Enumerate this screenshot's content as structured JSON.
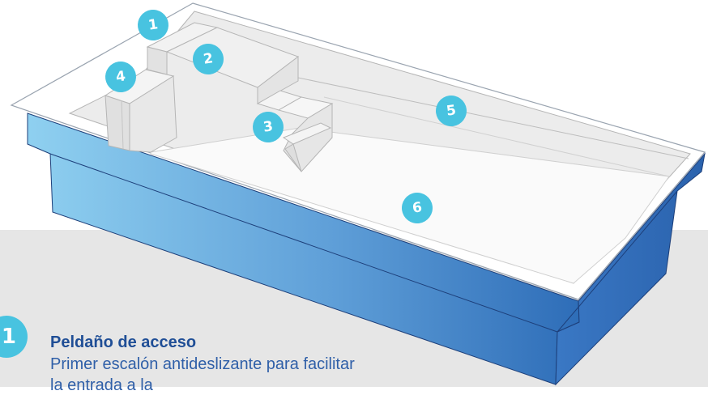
{
  "markers": [
    {
      "label": "1"
    },
    {
      "label": "2"
    },
    {
      "label": "3"
    },
    {
      "label": "4"
    },
    {
      "label": "5"
    },
    {
      "label": "6"
    }
  ],
  "legend": {
    "number": "1",
    "title": "Peldaño de acceso",
    "description": "Primer escalón antideslizante para facilitar",
    "description_cont": "la entrada a la"
  },
  "colors": {
    "marker": "#48c3e0",
    "pool_wall_dark": "#2e6db8",
    "pool_wall_light": "#8fd0f0",
    "title": "#1f4e96",
    "band": "#e6e6e6"
  }
}
